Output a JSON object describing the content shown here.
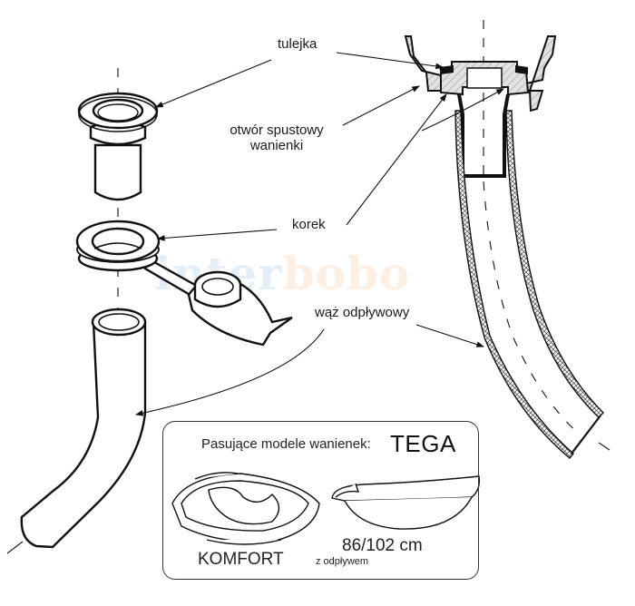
{
  "diagram": {
    "title": "Bath drain hose assembly diagram",
    "colors": {
      "line": "#111111",
      "hatch_fill": "#d9d9d9",
      "watermark_blue": "#2f7fd6",
      "watermark_orange": "#f08a3a",
      "background": "#ffffff"
    },
    "labels": {
      "tulejka": "tulejka",
      "otwor_line1": "otwór spustowy",
      "otwor_line2": "wanienki",
      "korek": "korek",
      "waz": "wąż odpływowy"
    },
    "watermark": {
      "part1": "inter",
      "part2": "bobo"
    },
    "compatibility_box": {
      "heading": "Pasujące modele wanienek:",
      "brand": "TEGA",
      "models": [
        {
          "name": "KOMFORT",
          "icon": "komfort-bathtub-icon"
        },
        {
          "name": "86/102 cm",
          "note": "z odpływem",
          "icon": "oval-bathtub-icon"
        }
      ]
    },
    "parts": [
      {
        "id": "tulejka",
        "icon": "sleeve-icon"
      },
      {
        "id": "korek",
        "icon": "plug-with-fish-tab-icon"
      },
      {
        "id": "waz",
        "icon": "drain-hose-icon"
      },
      {
        "id": "cross-section",
        "icon": "drain-cross-section-icon"
      }
    ]
  }
}
